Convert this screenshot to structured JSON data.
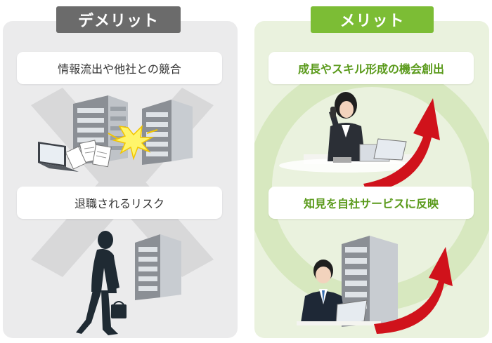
{
  "demerit": {
    "title": "デメリット",
    "items": [
      "情報流出や他社との競合",
      "退職されるリスク"
    ]
  },
  "merit": {
    "title": "メリット",
    "items": [
      "成長やスキル形成の機会創出",
      "知見を自社サービスに反映"
    ]
  },
  "colors": {
    "demerit_accent": "#6b6b6b",
    "merit_accent": "#7cbd35",
    "merit_text": "#5a9a1b",
    "arrow": "#c8102e"
  },
  "icons": [
    "building-icon",
    "laptop-icon",
    "documents-icon",
    "conflict-burst-icon",
    "walking-person-icon",
    "cross-mark-icon",
    "businesswoman-phone-icon",
    "businessman-laptop-icon",
    "growth-arrow-icon"
  ]
}
